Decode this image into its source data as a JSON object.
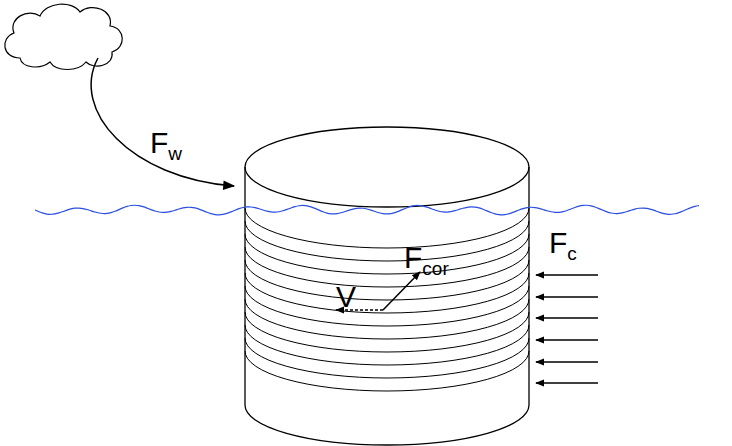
{
  "diagram": {
    "labels": [
      "Fw",
      "Fcor",
      "V",
      "Fc"
    ]
  }
}
